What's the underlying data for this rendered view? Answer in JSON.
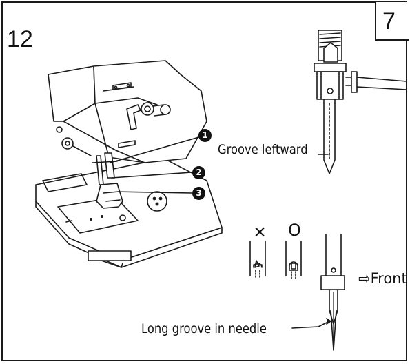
{
  "step_number": "12",
  "page_number": "7",
  "labels": {
    "groove_leftward": "Groove leftward",
    "front": "Front",
    "long_groove": "Long groove in needle"
  },
  "callouts": [
    "1",
    "2",
    "3"
  ],
  "marks": {
    "wrong": "×",
    "right": "O"
  },
  "icons": {
    "front_arrow": "outline-right-arrow-icon"
  }
}
